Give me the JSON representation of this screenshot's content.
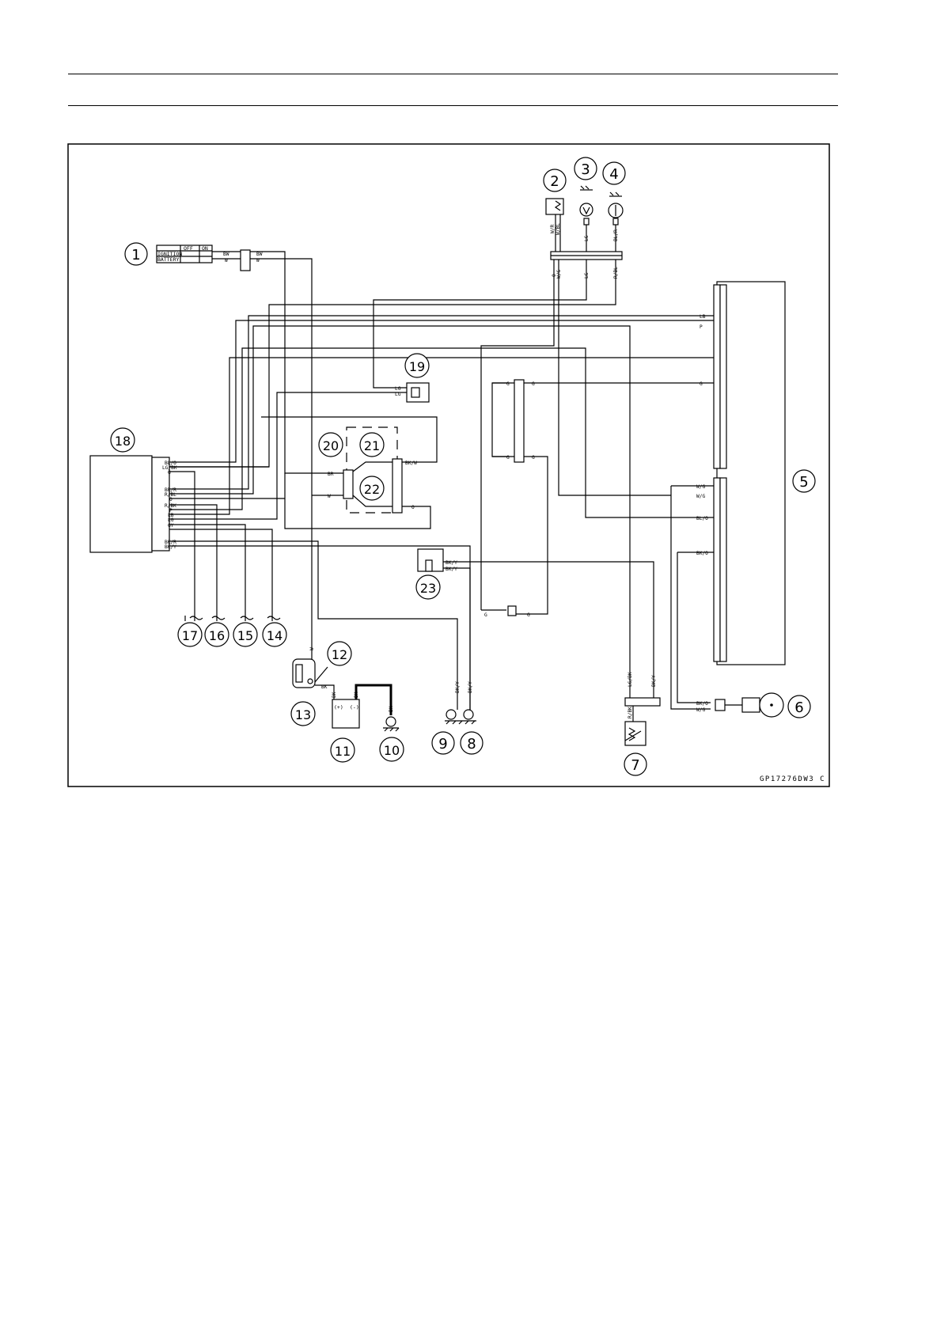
{
  "figure_code": "GP17276DW3 C",
  "callouts": [
    "1",
    "2",
    "3",
    "4",
    "5",
    "6",
    "7",
    "8",
    "9",
    "10",
    "11",
    "12",
    "13",
    "14",
    "15",
    "16",
    "17",
    "18",
    "19",
    "20",
    "21",
    "22",
    "23"
  ],
  "ignition_switch": {
    "head_off": "OFF",
    "head_on": "ON",
    "row1": "IGNITION",
    "row2": "BATTERY"
  },
  "battery_terminals": {
    "plus": "(+)",
    "minus": "(-)"
  },
  "wires": {
    "ign_bw": "BW",
    "ign_w": "W",
    "ign_bw_r": "BW",
    "ign_w_r": "W",
    "c2_a": "W/R",
    "c2_b": "W/BL",
    "c3": "LG",
    "c4": "BL/R",
    "j_o": "O",
    "j_wg": "W/G",
    "j_lg": "LG",
    "j_rbl": "R/BL",
    "m_lb": "LB",
    "m_p": "P",
    "m_g": "G",
    "m_wg1": "W/G",
    "m_wg2": "W/G",
    "m_blo": "BL/O",
    "m_bko": "BK/O",
    "e_blo": "BL/O",
    "e_lgbk": "LG/BK",
    "e_g": "G",
    "e_brr": "BR/R",
    "e_rbl": "R/BL",
    "e_o": "O",
    "e_rbk": "R/BK",
    "e_p": "P",
    "e_lb": "LB",
    "e_lg": "LG",
    "e_gy": "GY",
    "e_bkr": "BK/R",
    "e_bky": "BK/Y",
    "s19_a": "LG",
    "s19_b": "LG",
    "r_br": "BR",
    "r_w": "W",
    "r_bkw": "BK/W",
    "r_o": "O",
    "c_g1": "G",
    "c_g2": "G",
    "c_g3": "G",
    "c_g4": "G",
    "c_g5": "G",
    "c_g6": "G",
    "s23_a": "BK/Y",
    "s23_b": "BK/Y",
    "w_down": "W",
    "w_bk1": "BK",
    "w_bk2": "BK",
    "w_bk3": "BK",
    "w_bk4": "BK",
    "g_bky1": "BK/Y",
    "g_bky2": "BK/Y",
    "f_lgbk": "LG/BK",
    "f_bky": "BK/Y",
    "f_rbk": "R/BK",
    "sp_bko": "BK/O",
    "sp_wg": "W/G"
  }
}
